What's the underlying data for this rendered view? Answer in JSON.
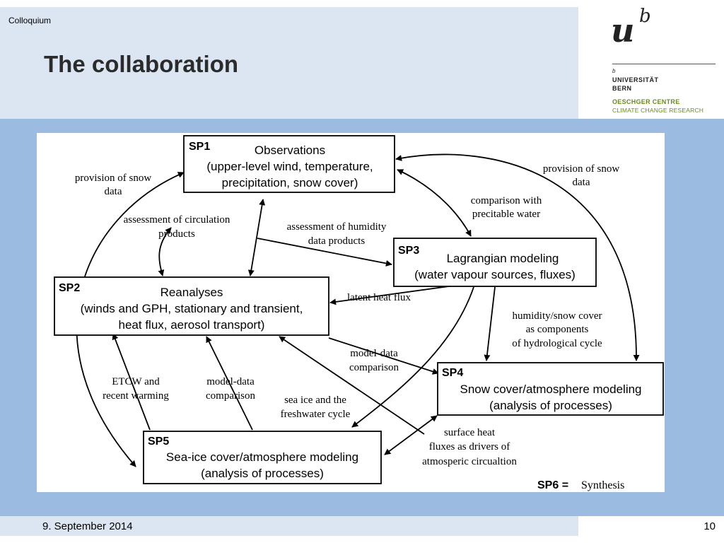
{
  "header": {
    "section_label": "Colloquium",
    "title": "The collaboration"
  },
  "logo": {
    "mark_u": "u",
    "mark_b": "b",
    "small_b": "b",
    "university": "UNIVERSITÄT",
    "city": "BERN",
    "centre": "OESCHGER CENTRE",
    "research": "CLIMATE CHANGE RESEARCH",
    "centre_color": "#6a8a1e"
  },
  "footer": {
    "date": "9. September 2014",
    "page": "10"
  },
  "diagram": {
    "nodes": {
      "sp1": {
        "id": "SP1",
        "line1": "Observations",
        "line2": "(upper-level wind, temperature,",
        "line3": "precipitation, snow cover)"
      },
      "sp2": {
        "id": "SP2",
        "line1": "Reanalyses",
        "line2": "(winds and GPH, stationary and transient,",
        "line3": "heat flux, aerosol transport)"
      },
      "sp3": {
        "id": "SP3",
        "line1": "Lagrangian modeling",
        "line2": "(water vapour sources, fluxes)"
      },
      "sp4": {
        "id": "SP4",
        "line1": "Snow cover/atmosphere modeling",
        "line2": "(analysis of processes)"
      },
      "sp5": {
        "id": "SP5",
        "line1": "Sea-ice cover/atmosphere modeling",
        "line2": "(analysis of processes)"
      }
    },
    "labels": {
      "snow_left": [
        "provision of snow",
        "data"
      ],
      "snow_right": [
        "provision of snow",
        "data"
      ],
      "circulation": [
        "assessment of circulation",
        "products"
      ],
      "humidity": [
        "assessment of humidity",
        "data products"
      ],
      "precip_water": [
        "comparison with",
        "precitable water"
      ],
      "latent": [
        "latent heat flux"
      ],
      "hydro": [
        "humidity/snow cover",
        "as components",
        "of hydrological cycle"
      ],
      "model_data_right": [
        "model-data",
        "comparison"
      ],
      "etcw": [
        "ETCW and",
        "recent warming"
      ],
      "model_data_left": [
        "model-data",
        "comparison"
      ],
      "sea_ice": [
        "sea ice and the",
        "freshwater cycle"
      ],
      "surface_heat": [
        "surface heat",
        "fluxes as drivers of",
        "atmosperic circualtion"
      ]
    },
    "synthesis": {
      "id": "SP6 =",
      "text": "Synthesis"
    }
  }
}
